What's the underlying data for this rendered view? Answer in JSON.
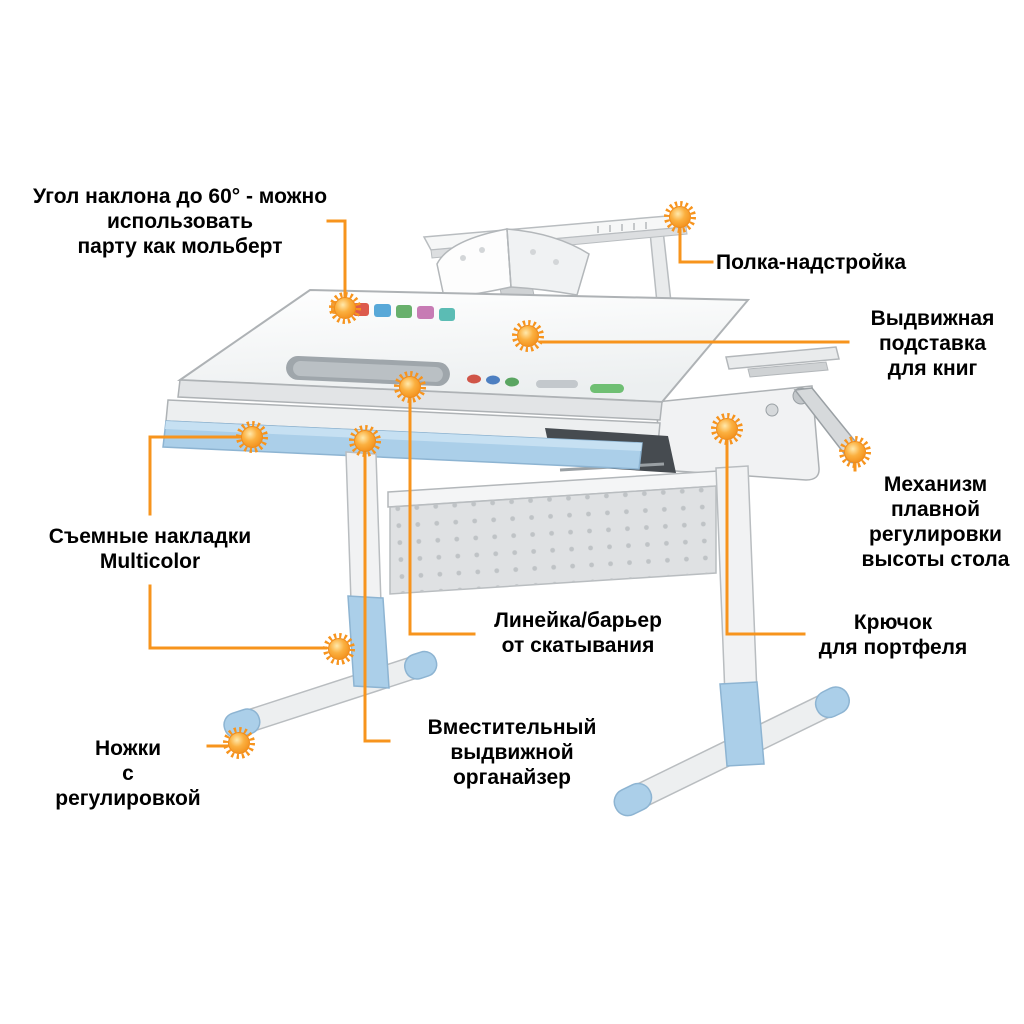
{
  "diagram": {
    "subject": "height-adjustable children desk with annotations",
    "language": "ru"
  },
  "icons": {
    "callout_marker": "sunburst-icon"
  },
  "colors": {
    "callout_orange": "#f7941d",
    "marker_center": "#fbb040",
    "desk_blue_accent": "#abcfe9",
    "desk_body": "#f1f2f3",
    "desk_outline": "#b9bdc0",
    "label_text": "#000000",
    "background": "#ffffff"
  },
  "callouts": [
    {
      "id": "tilt",
      "label": "Угол наклона до 60° - можно\nиспользовать\nпарту как мольберт"
    },
    {
      "id": "shelf",
      "label": "Полка-надстройка"
    },
    {
      "id": "book-stand",
      "label": "Выдвижная\nподставка\nдля книг"
    },
    {
      "id": "height-mechanism",
      "label": "Механизм\nплавной\nрегулировки\nвысоты стола"
    },
    {
      "id": "hook",
      "label": "Крючок\nдля портфеля"
    },
    {
      "id": "pads",
      "label": "Съемные накладки\nMulticolor"
    },
    {
      "id": "barrier",
      "label": "Линейка/барьер\nот скатывания"
    },
    {
      "id": "organizer",
      "label": "Вместительный\nвыдвижной органайзер"
    },
    {
      "id": "feet",
      "label": "Ножки\nс регулировкой"
    }
  ]
}
